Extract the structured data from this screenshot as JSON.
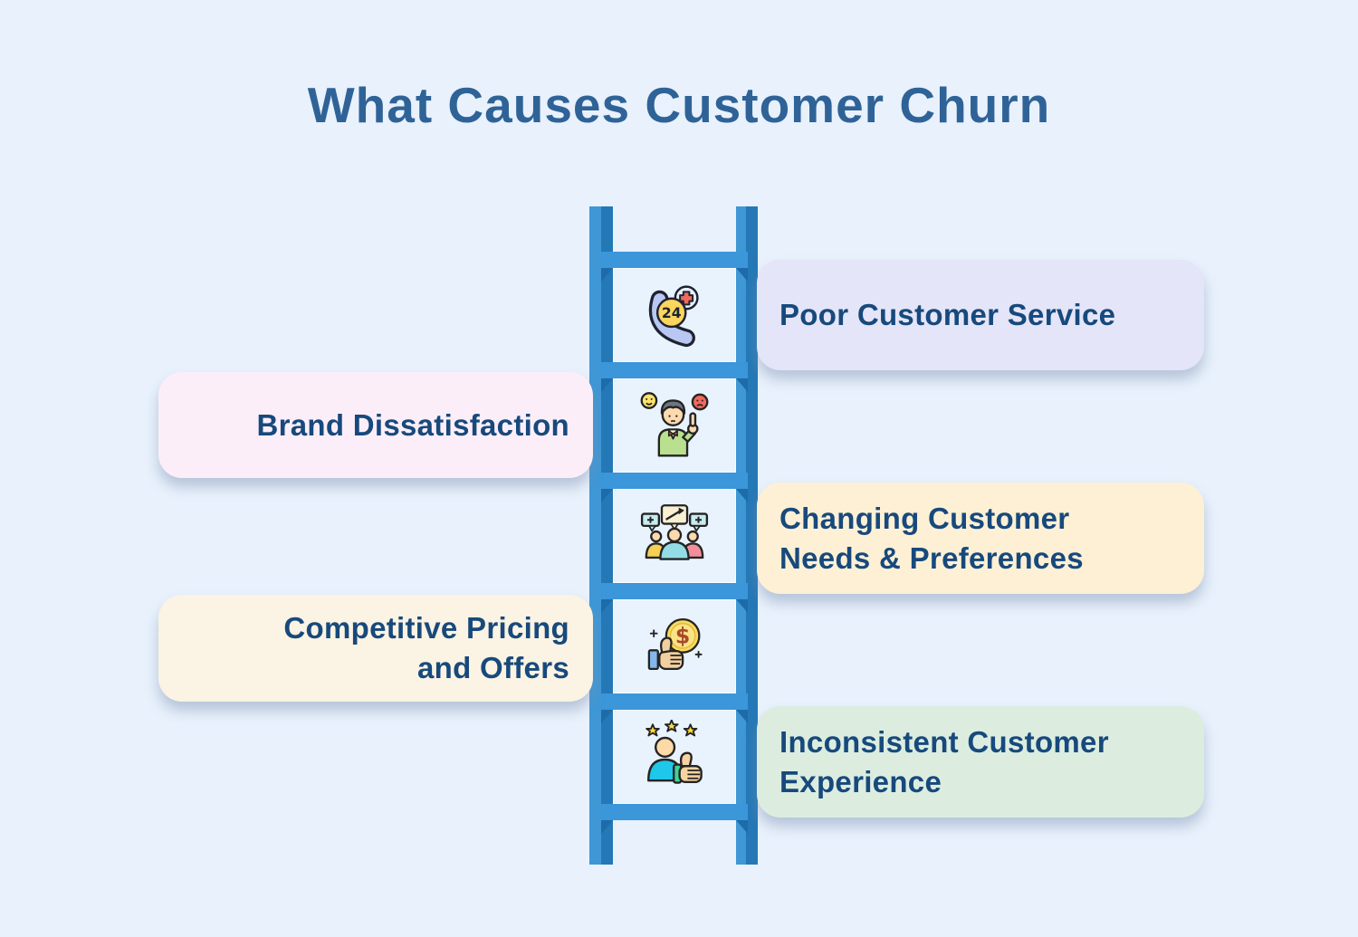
{
  "title": "What Causes Customer Churn",
  "colors": {
    "background": "#e8f1fc",
    "title_text": "#2f6397",
    "card_text": "#17497c",
    "ladder_rail_light": "#3f97d5",
    "ladder_rail_dark": "#2478b6",
    "ladder_rung": "#3b96da",
    "ladder_notch": "#1d6ba8",
    "ladder_panel": "#e9f3fd"
  },
  "causes": [
    {
      "label": "Poor Customer Service",
      "lines": [
        "Poor Customer Service"
      ],
      "side": "right",
      "card_bg": "#e4e5f8",
      "icon": "phone-24-support-icon"
    },
    {
      "label": "Brand Dissatisfaction",
      "lines": [
        "Brand Dissatisfaction"
      ],
      "side": "left",
      "card_bg": "#fceef8",
      "icon": "customer-feedback-icon"
    },
    {
      "label": "Changing Customer Needs & Preferences",
      "lines": [
        "Changing Customer",
        "Needs & Preferences"
      ],
      "side": "right",
      "card_bg": "#fdf0d5",
      "icon": "group-discussion-icon"
    },
    {
      "label": "Competitive Pricing and Offers",
      "lines": [
        "Competitive Pricing",
        "and Offers"
      ],
      "side": "left",
      "card_bg": "#fbf3e3",
      "icon": "thumbs-up-dollar-icon"
    },
    {
      "label": "Inconsistent Customer Experience",
      "lines": [
        "Inconsistent Customer",
        "Experience"
      ],
      "side": "right",
      "card_bg": "#dcede0",
      "icon": "rating-person-icon"
    }
  ]
}
